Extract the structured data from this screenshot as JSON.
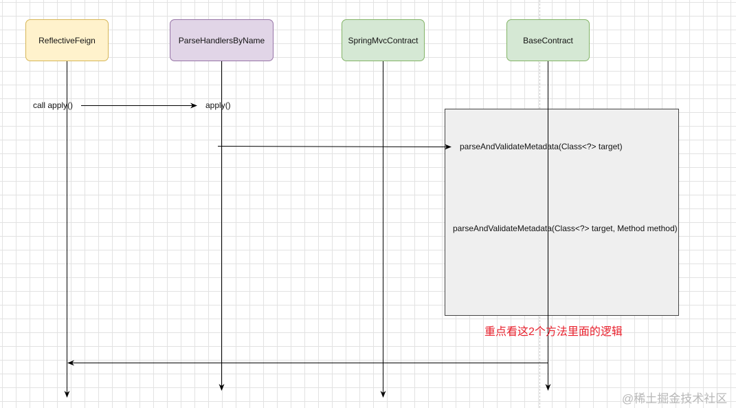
{
  "participants": [
    {
      "label": "ReflectiveFeign",
      "fill": "#fff2cc",
      "stroke": "#d6b656"
    },
    {
      "label": "ParseHandlersByName",
      "fill": "#e1d5e7",
      "stroke": "#9673a6"
    },
    {
      "label": "SpringMvcContract",
      "fill": "#d5e8d4",
      "stroke": "#82b366"
    },
    {
      "label": "BaseContract",
      "fill": "#d5e8d4",
      "stroke": "#82b366"
    }
  ],
  "messages": {
    "call_apply": "call apply()",
    "apply": "apply()",
    "parse_target": "parseAndValidateMetadata(Class<?> target)",
    "parse_target_method": "parseAndValidateMetadata(Class<?> target, Method method)"
  },
  "note": {
    "text": "重点看这2个方法里面的逻辑",
    "color": "#e8212d"
  },
  "watermark": "@稀土掘金技术社区"
}
